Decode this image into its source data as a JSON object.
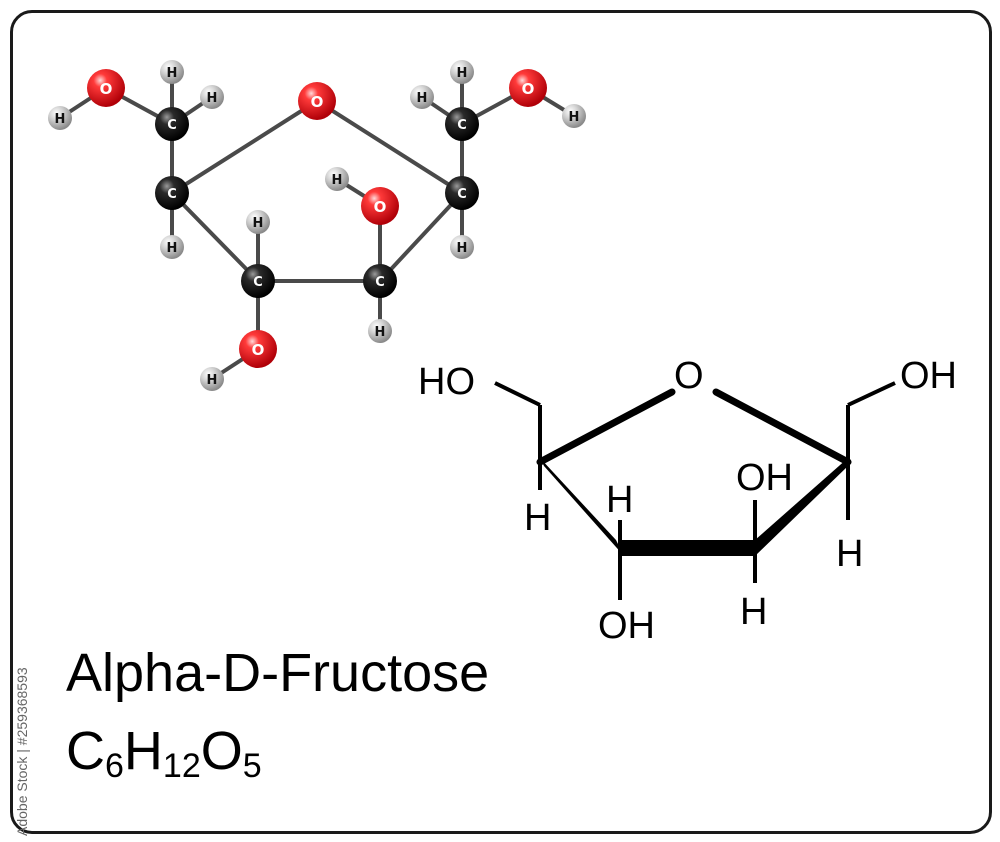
{
  "molecule": {
    "name": "Alpha-D-Fructose",
    "formula_parts": [
      {
        "sym": "C",
        "sub": "6"
      },
      {
        "sym": "H",
        "sub": "12"
      },
      {
        "sym": "O",
        "sub": "5"
      }
    ]
  },
  "colors": {
    "oxygen": "#e3101a",
    "carbon": "#111111",
    "hydrogen": "#c8c8c8",
    "bond": "#4a4a4a"
  },
  "ball_model": {
    "atoms": [
      {
        "id": "o1",
        "el": "O"
      },
      {
        "id": "c1",
        "el": "C"
      },
      {
        "id": "c2",
        "el": "C"
      },
      {
        "id": "c3",
        "el": "C"
      },
      {
        "id": "c4",
        "el": "C"
      },
      {
        "id": "c5",
        "el": "C"
      },
      {
        "id": "c6",
        "el": "C"
      },
      {
        "id": "o2",
        "el": "O"
      },
      {
        "id": "o3",
        "el": "O"
      },
      {
        "id": "o4",
        "el": "O"
      },
      {
        "id": "o5",
        "el": "O"
      },
      {
        "id": "h1",
        "el": "H"
      },
      {
        "id": "h2",
        "el": "H"
      },
      {
        "id": "h3",
        "el": "H"
      },
      {
        "id": "h4",
        "el": "H"
      },
      {
        "id": "h5",
        "el": "H"
      },
      {
        "id": "h6",
        "el": "H"
      },
      {
        "id": "h7",
        "el": "H"
      },
      {
        "id": "h8",
        "el": "H"
      },
      {
        "id": "h9",
        "el": "H"
      },
      {
        "id": "h10",
        "el": "H"
      },
      {
        "id": "h11",
        "el": "H"
      },
      {
        "id": "h12",
        "el": "H"
      }
    ]
  },
  "skeletal": {
    "labels": [
      "HO",
      "O",
      "OH",
      "H",
      "H",
      "OH",
      "H",
      "OH",
      "H"
    ]
  },
  "credit": "Adobe Stock | #259368593"
}
